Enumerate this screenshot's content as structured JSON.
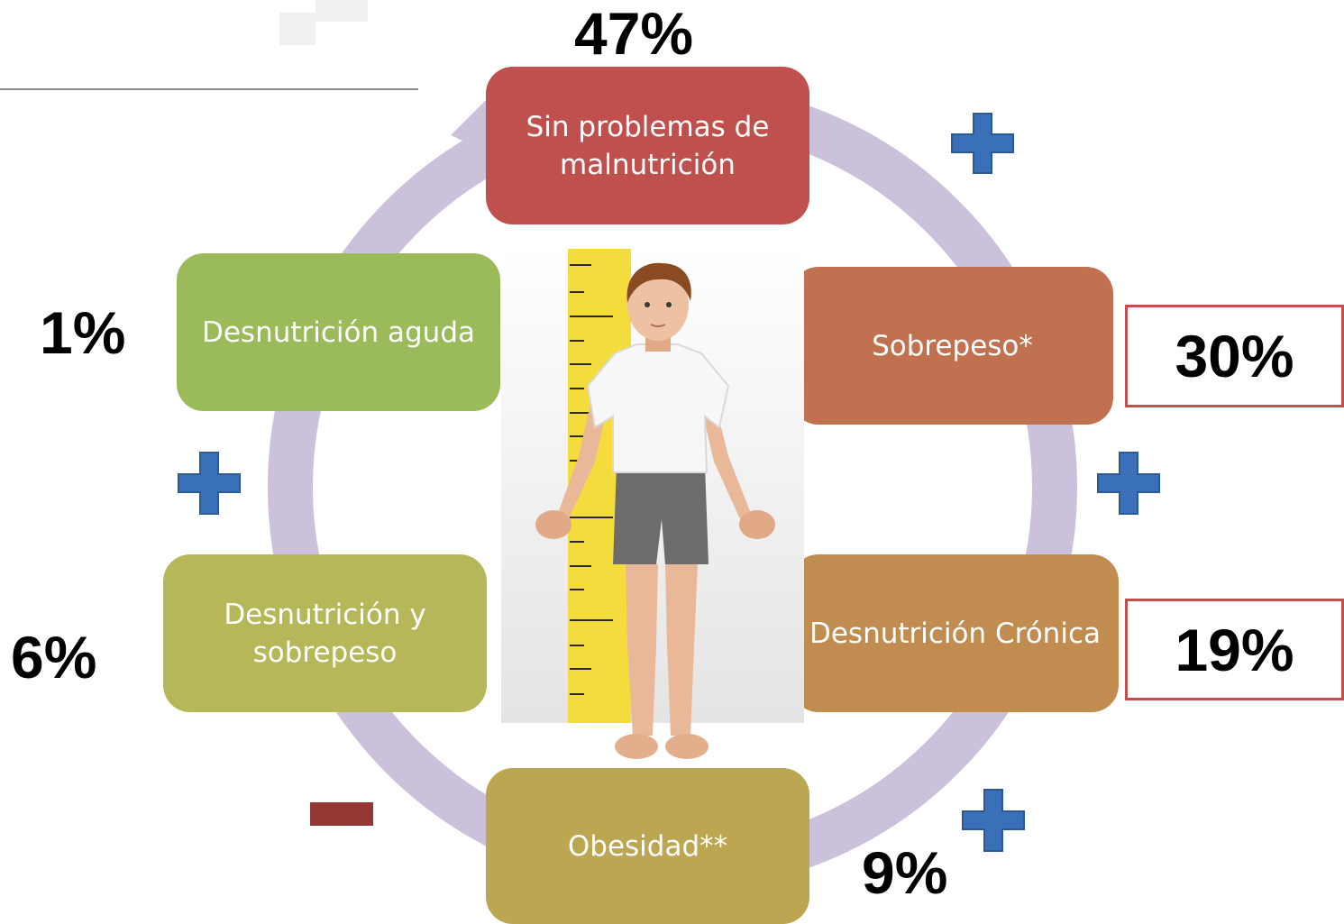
{
  "colors": {
    "ring": "#ccc1da",
    "plus": "#3a70b8",
    "minus": "#953735",
    "pct_border": "#c0504d",
    "box_top": "#c0504d",
    "box_sobrepeso": "#c0714f",
    "box_cronica": "#c08c50",
    "box_obesidad": "#bca651",
    "box_mixta": "#b5b758",
    "box_aguda": "#9bba59"
  },
  "nodes": {
    "sin_problemas": {
      "line1": "Sin problemas de",
      "line2": "malnutrición",
      "pct": "47%"
    },
    "sobrepeso": {
      "label": "Sobrepeso*",
      "pct": "30%"
    },
    "cronica": {
      "label": "Desnutrición Crónica",
      "pct": "19%"
    },
    "obesidad": {
      "label": "Obesidad**",
      "pct": "9%"
    },
    "mixta": {
      "line1": "Desnutrición y",
      "line2": "sobrepeso",
      "pct": "6%"
    },
    "aguda": {
      "label": "Desnutrición aguda",
      "pct": "1%"
    }
  },
  "symbols": {
    "plus_icon": "plus-icon",
    "minus_icon": "minus-icon"
  },
  "illustration": "child-height-measurement-illustration"
}
